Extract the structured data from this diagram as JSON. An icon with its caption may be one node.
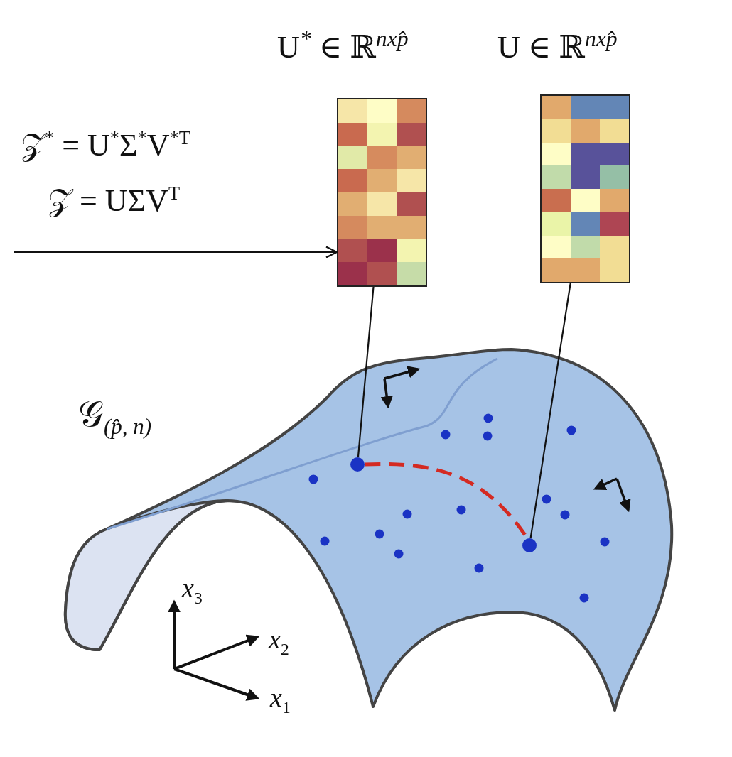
{
  "diagram": {
    "nodes": [
      {
        "text": [
          "U$^{*}$ ∈ ℝ$^{nxp̂}$"
        ]
      },
      {
        "text": [
          "U ∈ ℝ$^{nxp̂}$"
        ]
      },
      {
        "text": [
          "𝒢$_{(p̂, n)}$"
        ]
      },
      {
        "text": [],
        "shape": "circle",
        "in": 2
      },
      {
        "text": [],
        "shape": "circle",
        "in": 2
      }
    ],
    "edges": [
      {
        "from": null,
        "to": 0,
        "arrow": "to"
      },
      {
        "from": 0,
        "to": 3,
        "arrow": "none"
      },
      {
        "from": 1,
        "to": 4,
        "arrow": "none"
      },
      {
        "from": 3,
        "to": 4,
        "arrow": "none",
        "style": "dashed",
        "color": "#d42a22"
      }
    ],
    "labels": [
      "𝒵$^{*}$ = U$^{*}$Σ$^{*}$V$^{*T}$",
      "𝒵 = UΣV$^{T}$",
      "x$_{3}$",
      "x$_{2}$",
      "x$_{1}$"
    ]
  }
}
